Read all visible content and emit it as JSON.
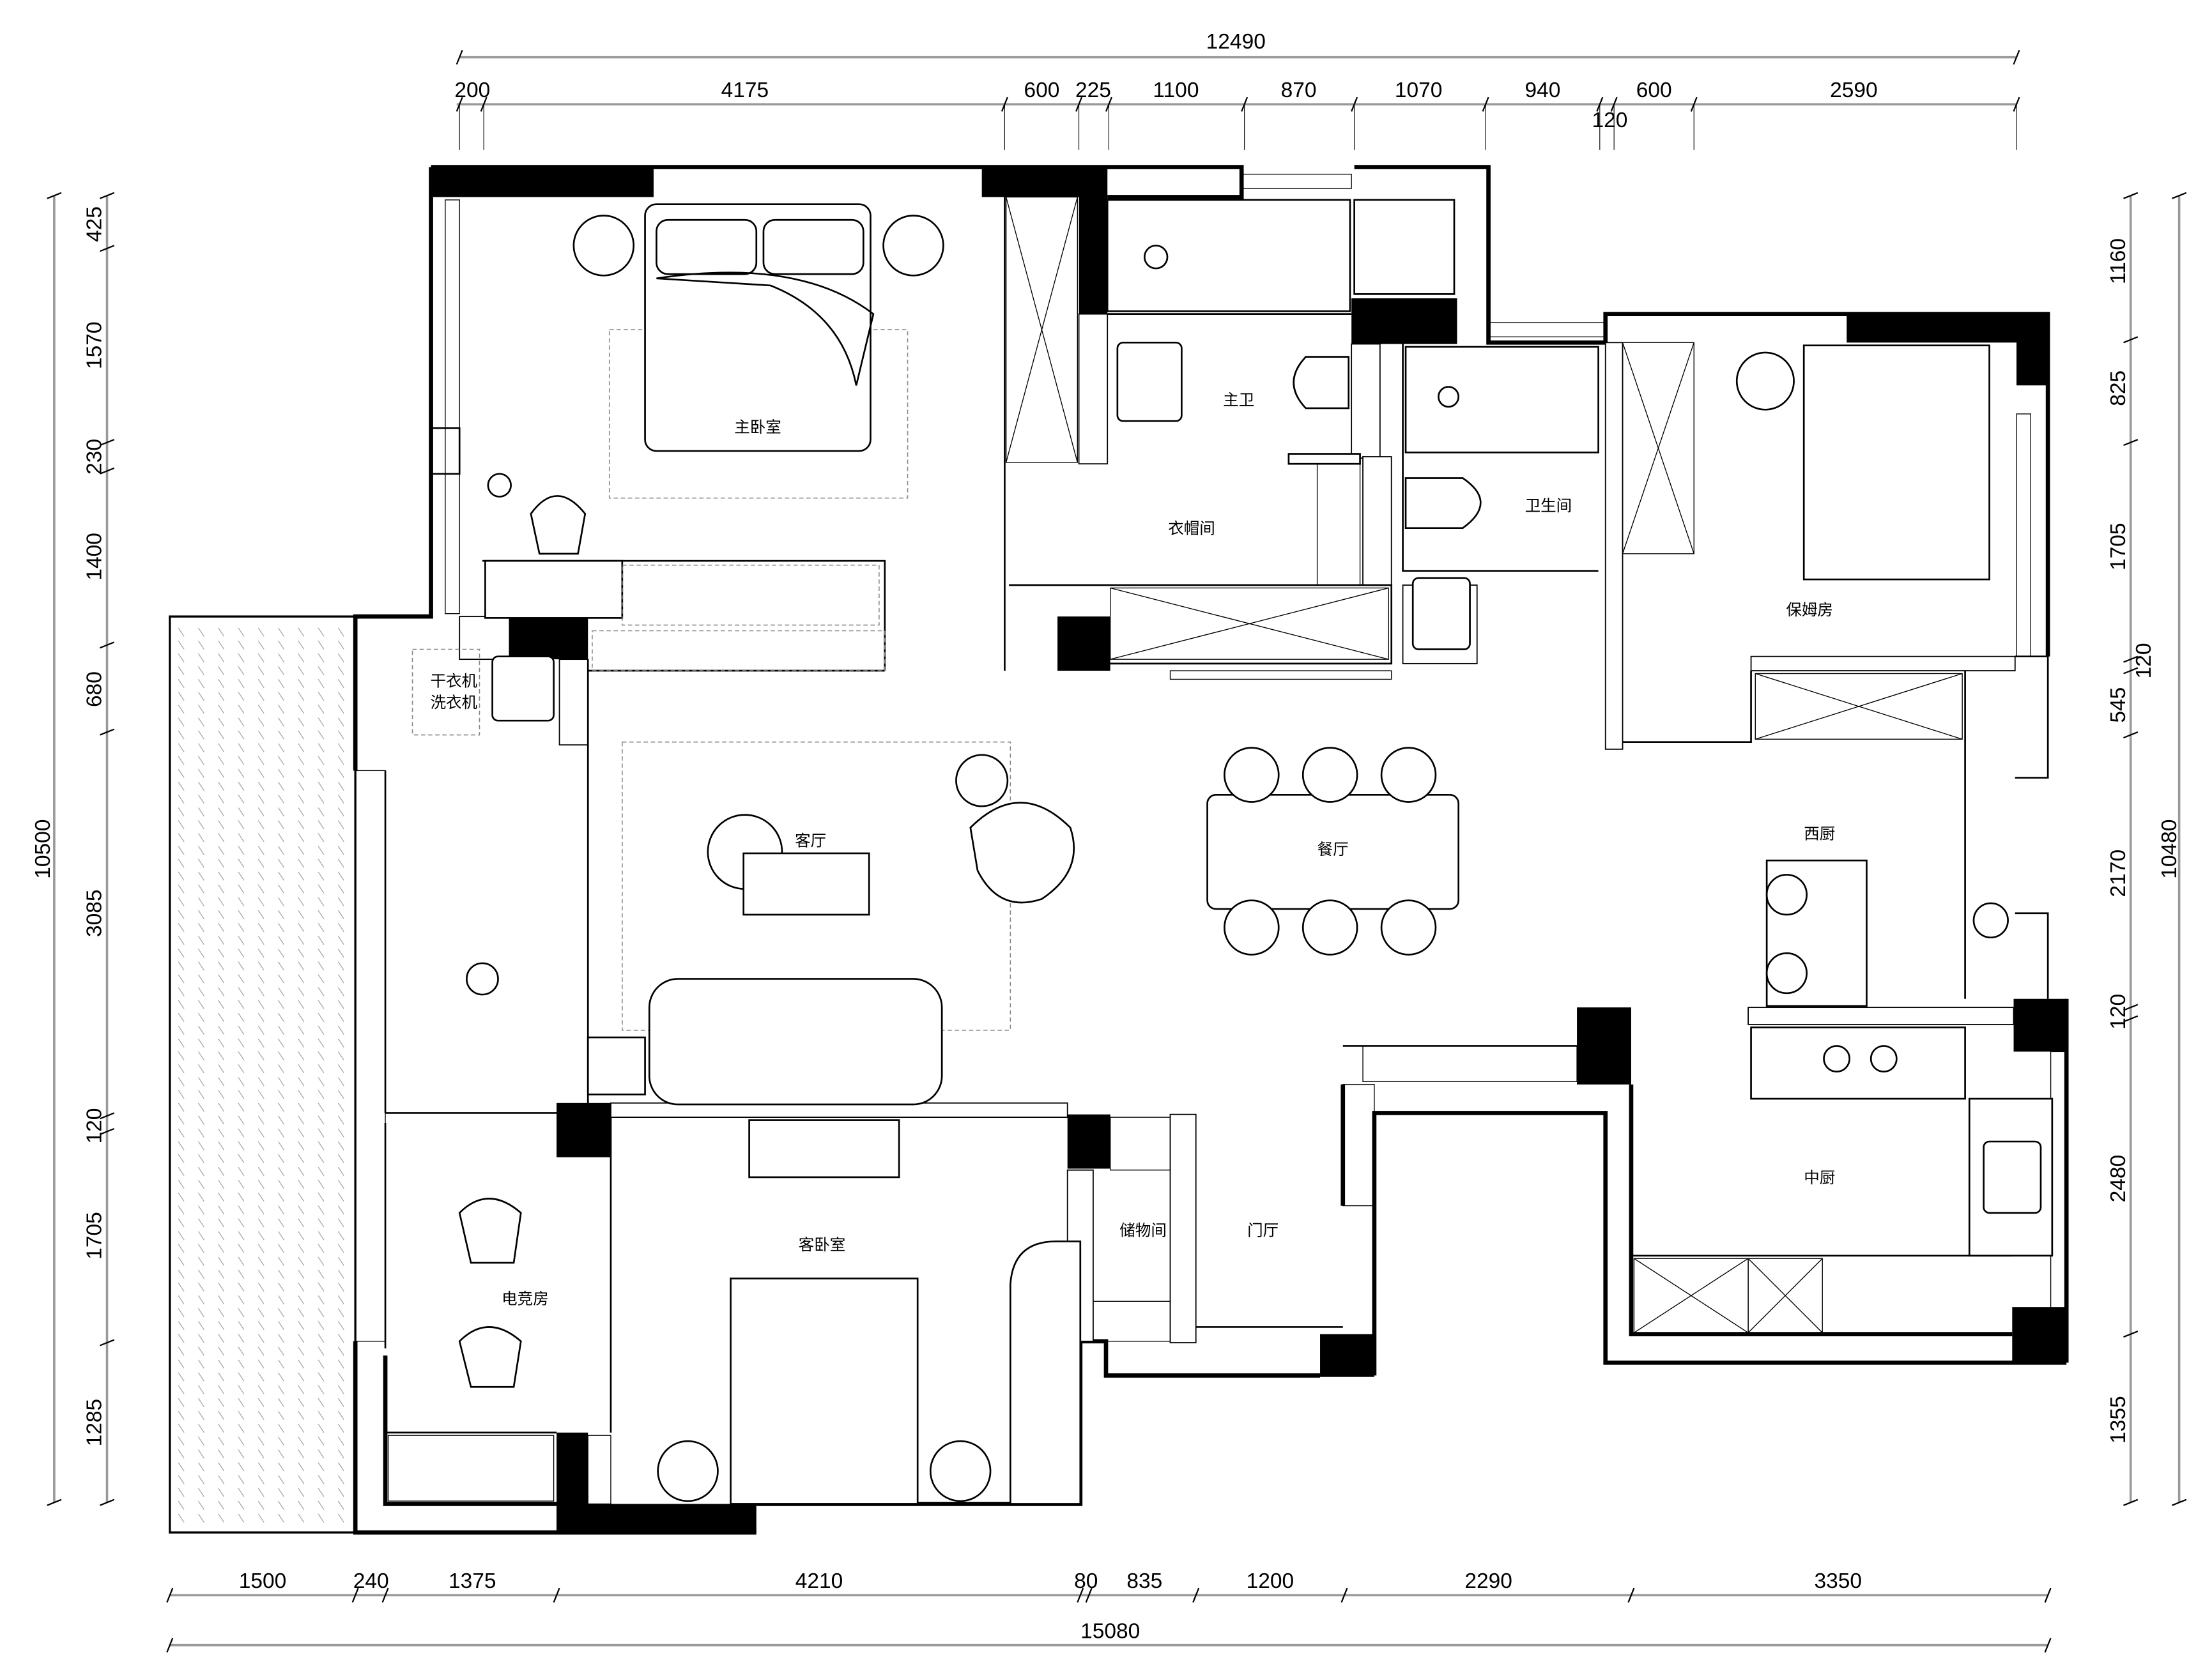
{
  "rooms": {
    "master_bedroom": "主卧室",
    "master_bath": "主卫",
    "closet": "衣帽间",
    "bathroom": "卫生间",
    "maid_room": "保姆房",
    "dryer": "干衣机",
    "washer": "洗衣机",
    "living_room": "客厅",
    "dining_room": "餐厅",
    "western_kitchen": "西厨",
    "chinese_kitchen": "中厨",
    "guest_bedroom": "客卧室",
    "storage": "储物间",
    "foyer": "门厅",
    "gaming_room": "电竞房"
  },
  "dimensions": {
    "top_total": "12490",
    "top": [
      "200",
      "4175",
      "600",
      "225",
      "1100",
      "870",
      "1070",
      "940",
      "120",
      "600",
      "2590"
    ],
    "bottom": [
      "1500",
      "240",
      "1375",
      "4210",
      "80",
      "835",
      "1200",
      "2290",
      "3350"
    ],
    "bottom_total": "15080",
    "left_total": "10500",
    "left": [
      "425",
      "1570",
      "230",
      "1400",
      "680",
      "3085",
      "120",
      "1705",
      "1285"
    ],
    "right_total": "10480",
    "right": [
      "1160",
      "825",
      "1705",
      "120",
      "545",
      "2170",
      "120",
      "2480",
      "1355"
    ]
  }
}
